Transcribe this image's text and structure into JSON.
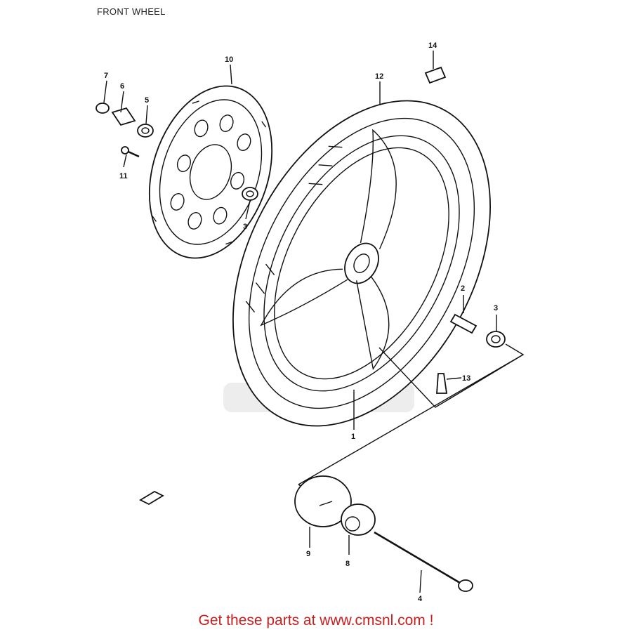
{
  "title": "FRONT WHEEL",
  "footer": "Get these parts at www.cmsnl.com !",
  "callouts": [
    "1",
    "2",
    "3",
    "3",
    "4",
    "5",
    "6",
    "7",
    "8",
    "9",
    "10",
    "11",
    "12",
    "13",
    "14"
  ],
  "colors": {
    "line": "#111111",
    "footer": "#c81e1e",
    "background": "#ffffff"
  }
}
